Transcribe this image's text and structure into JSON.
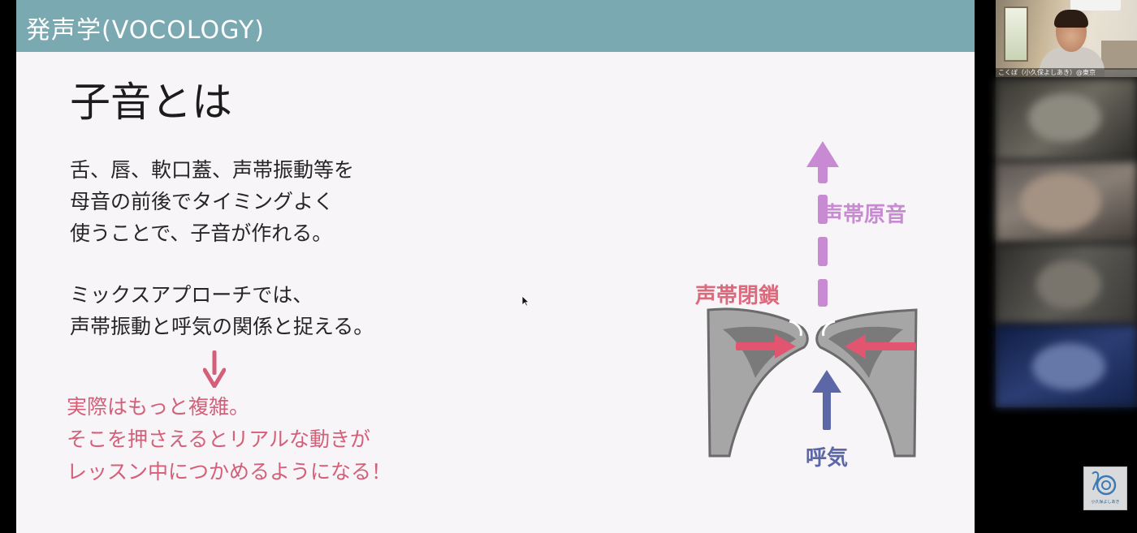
{
  "slide": {
    "header_title": "発声学(VOCOLOGY)",
    "title": "子音とは",
    "paragraph1": [
      "舌、唇、軟口蓋、声帯振動等を",
      "母音の前後でタイミングよく",
      "使うことで、子音が作れる。"
    ],
    "paragraph2": [
      "ミックスアプローチでは、",
      "声帯振動と呼気の関係と捉える。"
    ],
    "paragraph3": [
      "実際はもっと複雑。",
      "そこを押さえるとリアルな動きが",
      "レッスン中につかめるようになる！"
    ],
    "diagram": {
      "label_source": "声帯原音",
      "label_closure": "声帯閉鎖",
      "label_breath": "呼気",
      "colors": {
        "source": "#c88ad2",
        "closure": "#dc6a7c",
        "breath": "#5c67a8",
        "fold_outer": "#a6a6a6",
        "fold_inner": "#7a7a7a"
      }
    },
    "colors": {
      "header_bg": "#7aa9b2",
      "slide_bg": "#f7f5f7",
      "emphasis_text": "#d35f79"
    }
  },
  "video_panel": {
    "self_view_name": "こくぼ（小久保よしあき）@東京"
  },
  "watermark": {
    "text": "小久保よしあき"
  },
  "icons": [
    "mouse-cursor-icon",
    "logo-icon"
  ]
}
